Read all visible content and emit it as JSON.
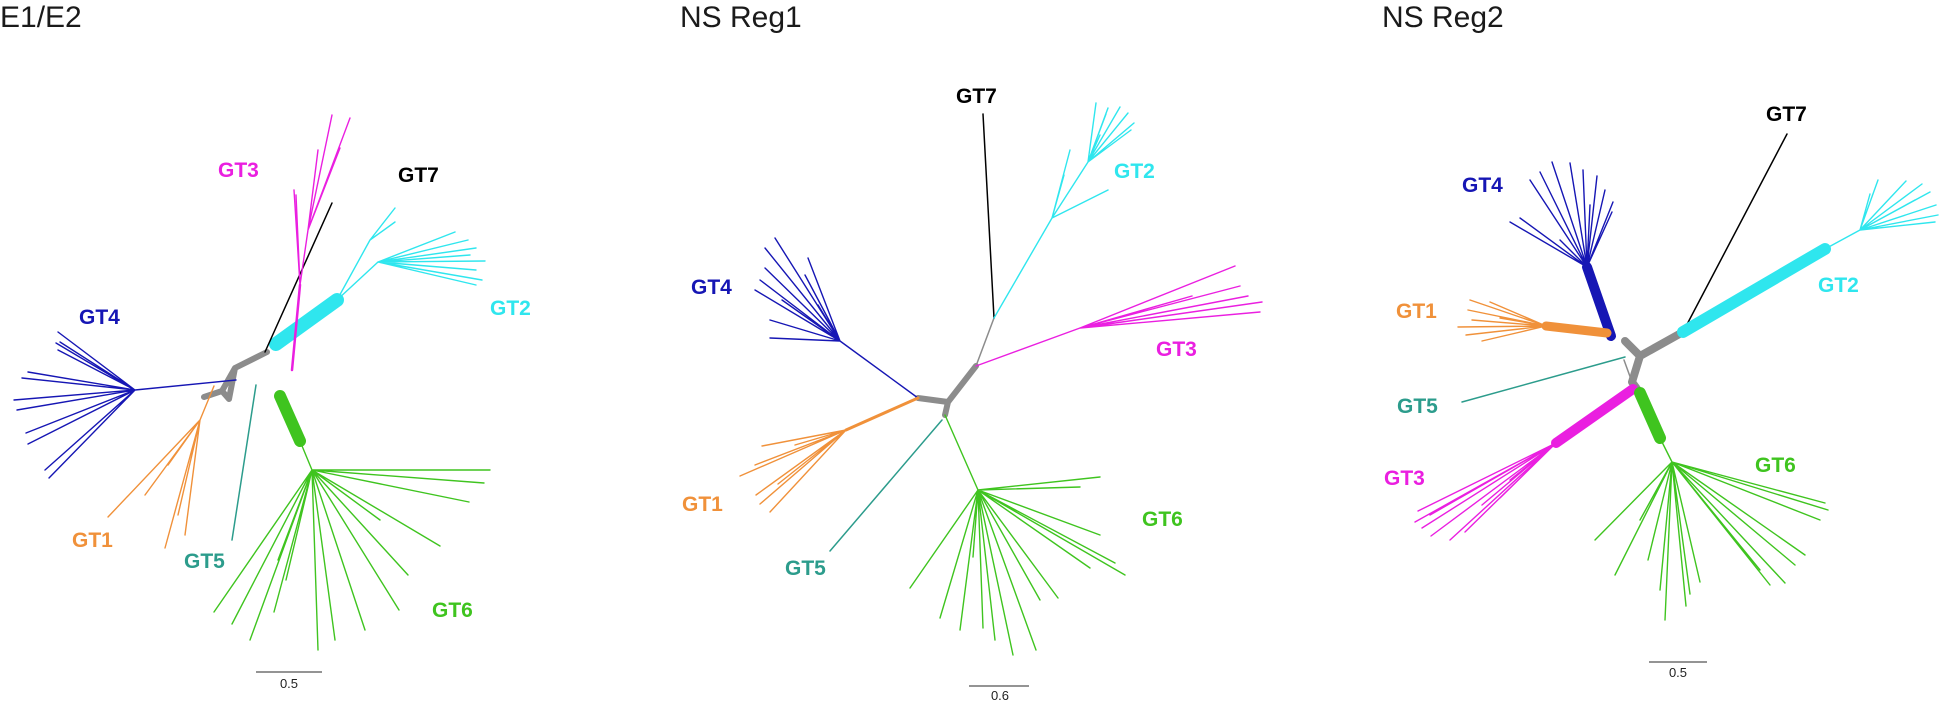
{
  "colors": {
    "GT1": "#f0913a",
    "GT2": "#2fe6ee",
    "GT3": "#ea1fe0",
    "GT4": "#1616b4",
    "GT5": "#2c9c8c",
    "GT6": "#3fc41f",
    "GT7": "#000000",
    "backbone": "#8c8c8c"
  },
  "panels": [
    {
      "title": "E1/E2",
      "scale": "0.5",
      "labels": {
        "GT1": "GT1",
        "GT2": "GT2",
        "GT3": "GT3",
        "GT4": "GT4",
        "GT5": "GT5",
        "GT6": "GT6",
        "GT7": "GT7"
      }
    },
    {
      "title": "NS Reg1",
      "scale": "0.6",
      "labels": {
        "GT1": "GT1",
        "GT2": "GT2",
        "GT3": "GT3",
        "GT4": "GT4",
        "GT5": "GT5",
        "GT6": "GT6",
        "GT7": "GT7"
      }
    },
    {
      "title": "NS Reg2",
      "scale": "0.5",
      "labels": {
        "GT1": "GT1",
        "GT2": "GT2",
        "GT3": "GT3",
        "GT4": "GT4",
        "GT5": "GT5",
        "GT6": "GT6",
        "GT7": "GT7"
      }
    }
  ]
}
